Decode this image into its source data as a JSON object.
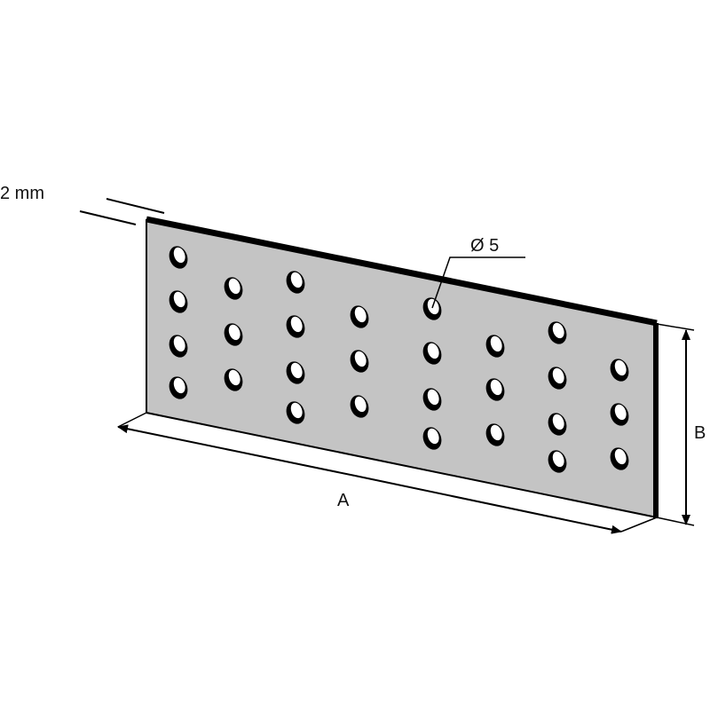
{
  "labels": {
    "thickness": "2 mm",
    "hole_diameter": "Ø 5",
    "length": "A",
    "width": "B"
  },
  "colors": {
    "plate": "#c4c4c4",
    "outline": "#000000",
    "background": "#ffffff"
  }
}
